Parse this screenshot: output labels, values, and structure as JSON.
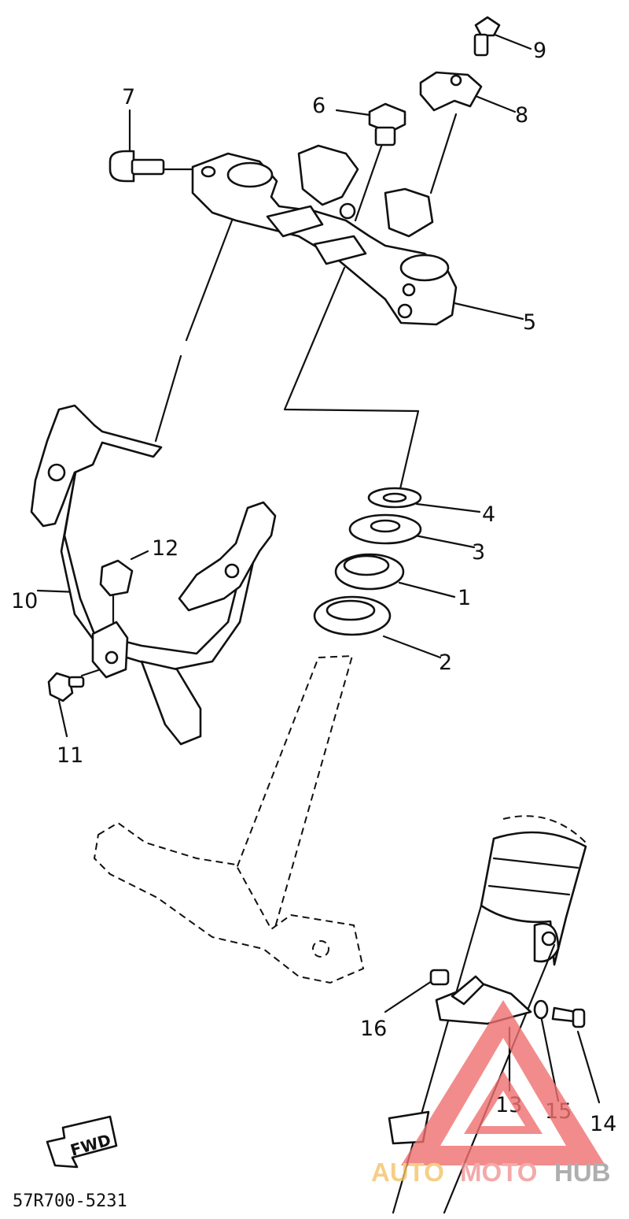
{
  "diagram": {
    "callouts": [
      "1",
      "2",
      "3",
      "4",
      "5",
      "6",
      "7",
      "8",
      "9",
      "10",
      "11",
      "12",
      "13",
      "14",
      "15",
      "16"
    ],
    "fwd_label": "FWD",
    "part_code": "57R700-5231"
  },
  "watermark": {
    "auto": "AUTO",
    "moto": "MOTO",
    "hub": "HUB",
    "colors": {
      "auto": "#f4c36a",
      "moto": "#f29494",
      "hub": "#9a9a9a",
      "triangle": "#ef7070"
    }
  }
}
